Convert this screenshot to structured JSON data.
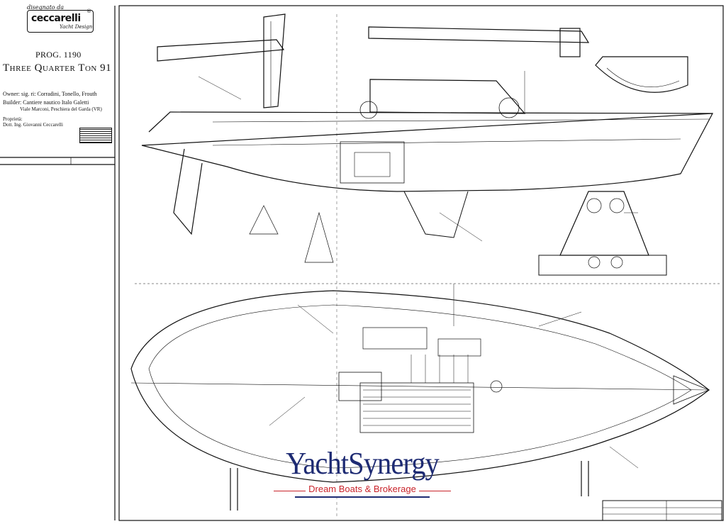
{
  "logo": {
    "top_text": "disegnato da",
    "name": "ceccarelli",
    "sub": "Yacht Design",
    "reg": "®"
  },
  "project": {
    "prog": "PROG. 1190",
    "title": "Three Quarter Ton 91",
    "owner": "Owner:  sig. ri: Corradini, Tonello, Frouth",
    "builder": "Builder:  Cantiere nautico Italo Galetti",
    "builder_address": "Viale Marconi, Peschiera del Garda (VR)",
    "proprietor_label": "Proprietà:",
    "proprietor_name": "Dott. Ing. Giovanni Ceccarelli"
  },
  "watermark": {
    "title": "YachtSynergy",
    "tagline": "Dream Boats & Brokerage",
    "title_color": "#1e2b73",
    "tagline_color": "#c9242b"
  }
}
